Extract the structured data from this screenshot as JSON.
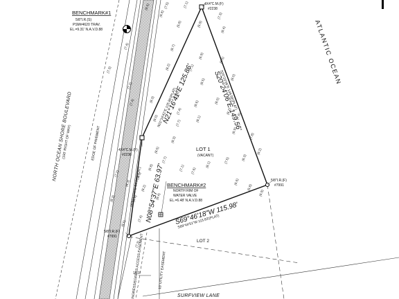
{
  "benchmark1": {
    "title": "BENCHMARK#1",
    "line1": "5/8\"I.R.(S)",
    "line2": "PSM#4620 TRAV.",
    "line3": "EL.=9.31' N.A.V.D.88"
  },
  "benchmark2": {
    "title": "BENCHMARK#2",
    "line1": "NORTH RIM OF",
    "line2": "WATER VALVE",
    "line3": "EL.=6.48' N.A.V.D.88"
  },
  "ocean": "ATLANTIC OCEAN",
  "lot1": {
    "name": "LOT 1",
    "status": "(VACANT)"
  },
  "lot2": "LOT 2",
  "roads": {
    "main": "NORTH OCEAN SHORE BOULEVARD",
    "main_row": "(100' RIGHT OF WAY)",
    "surfview": "SURFVIEW LANE"
  },
  "easements": {
    "edge": "EDGE OF PAVEMENT",
    "utility": "10' UTILITY EASEMENT",
    "ingress": "INGRESS/EGRESS ACCESS EASEMENT",
    "width": "14.0'"
  },
  "monuments": {
    "top": {
      "line1": "4X4\"C.M.(F)",
      "line2": "#2238"
    },
    "mid": {
      "line1": "4X4\"C.M.(F)",
      "line2": "#2238"
    },
    "right": {
      "line1": "5/8\"I.R.(F)",
      "line2": "#7991"
    },
    "bottom": {
      "line1": "5/8\"I.R.(F)",
      "line2": "#7991"
    }
  },
  "bearings": {
    "west_main": "N21°16'41\"E 125.86'",
    "west_plat": "N21°16'41\"E 125.86'(PLAT)",
    "east_main": "S20°24'06\"E 149.56'",
    "east_plat": "S20°24'06\"E 149.58'(PLAT)",
    "south_main": "S69°46'18\"W 115.98'",
    "south_plat": "S69°44'51\"W 115.83'(PLAT)",
    "southwest_main": "N08°54'37\"E 63.97'",
    "southwest_plat": "N09°00'00\"E 64.00'(PLAT)"
  },
  "elevations": [
    "(8.6)",
    "(7.5)",
    "(7.1)",
    "(6.8)",
    "(5.8)",
    "(5.9)",
    "(7.3)",
    "(8.4)",
    "(8.7)",
    "(6.9)",
    "(8.5)",
    "(7.4)",
    "(7.3)",
    "(8.2)",
    "(7.1)",
    "(8.5)",
    "(8.0)",
    "(7.2)",
    "(8.3)",
    "(7.9)",
    "(8.6)",
    "(7.4)",
    "(8.0)",
    "(8.2)",
    "(7.6)",
    "(7.4)",
    "(8.0)",
    "(7.7)",
    "(8.1)",
    "(6.9)",
    "(7.8)",
    "(8.2)",
    "(8.3)",
    "(7.6)",
    "(8.1)",
    "(7.5)",
    "(6.3)",
    "(8.5)",
    "(7.7)",
    "(7.1)",
    "(6.8)",
    "(8.3)",
    "(7.2)",
    "(8.3)",
    "(8.3)",
    "(8.4)",
    "(8.2)",
    "(8.4)",
    "(7.4)",
    "(8.5)",
    "(7.3)",
    "(6.6)",
    "(5.8)",
    "(6.9)"
  ]
}
